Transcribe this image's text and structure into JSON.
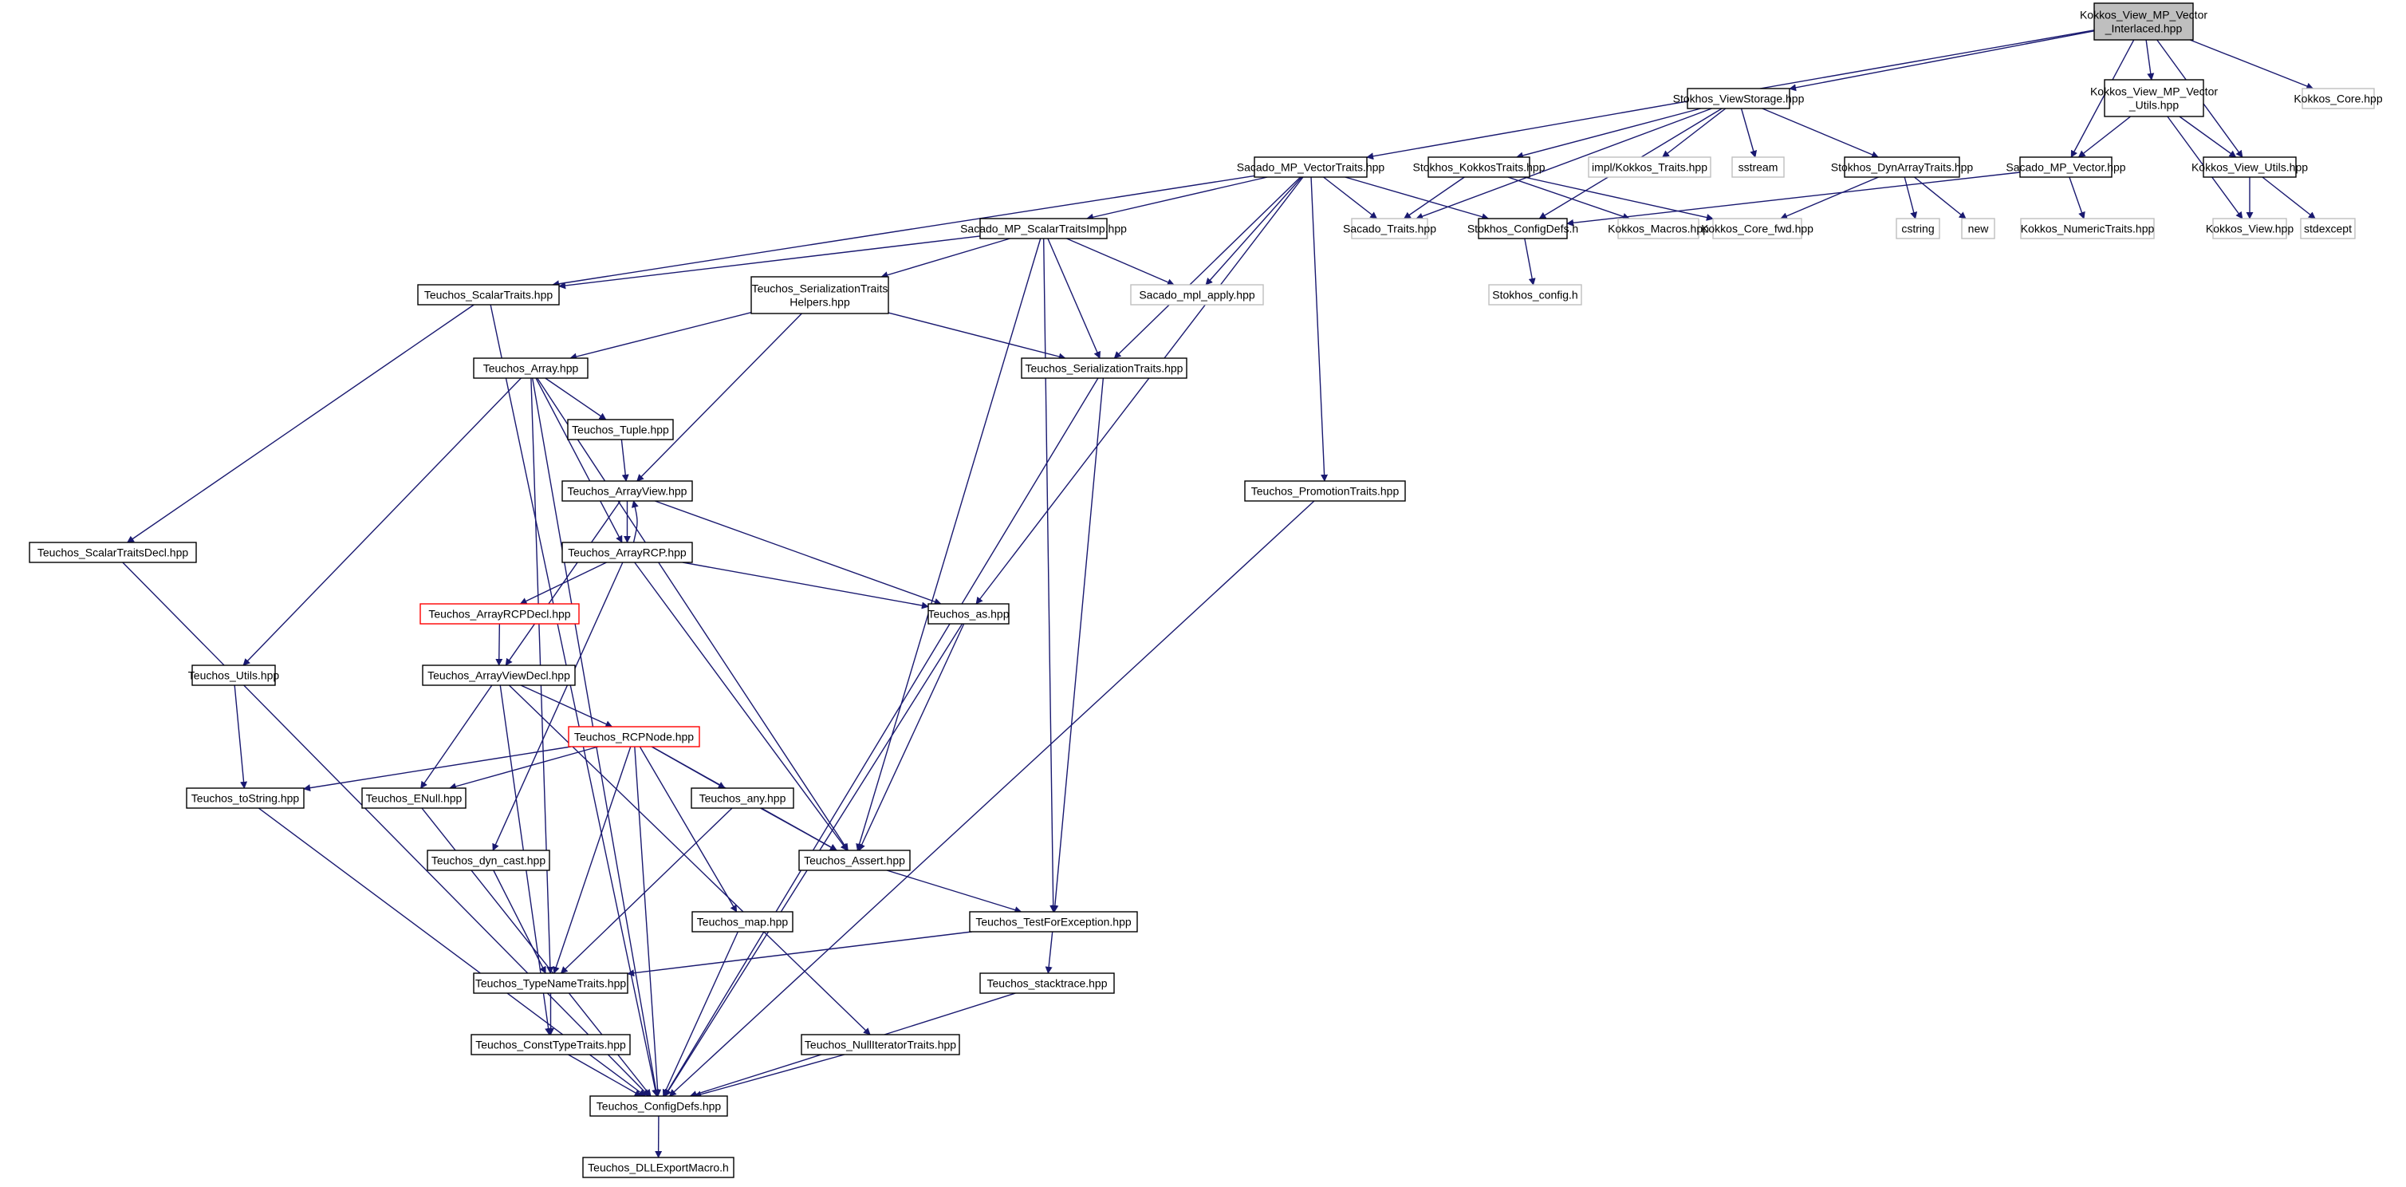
{
  "colors": {
    "edge": "#191970",
    "root_fill": "#bfbfbf",
    "documented_border": "#000000",
    "external_border": "#bfbfbf",
    "truncated_border": "#ff0000"
  },
  "nodes": [
    {
      "id": "root",
      "lines": [
        "Kokkos_View_MP_Vector",
        "_Interlaced.hpp"
      ],
      "style": "root"
    },
    {
      "id": "viewstorage",
      "lines": [
        "Stokhos_ViewStorage.hpp"
      ],
      "style": "normal"
    },
    {
      "id": "kv_mpv_utils",
      "lines": [
        "Kokkos_View_MP_Vector",
        "_Utils.hpp"
      ],
      "style": "normal"
    },
    {
      "id": "kokkos_core",
      "lines": [
        "Kokkos_Core.hpp"
      ],
      "style": "external"
    },
    {
      "id": "mp_vectortraits",
      "lines": [
        "Sacado_MP_VectorTraits.hpp"
      ],
      "style": "normal"
    },
    {
      "id": "kokkostraits",
      "lines": [
        "Stokhos_KokkosTraits.hpp"
      ],
      "style": "normal"
    },
    {
      "id": "impl_kokkos_traits",
      "lines": [
        "impl/Kokkos_Traits.hpp"
      ],
      "style": "external"
    },
    {
      "id": "sstream",
      "lines": [
        "sstream"
      ],
      "style": "external"
    },
    {
      "id": "dynarraytraits",
      "lines": [
        "Stokhos_DynArrayTraits.hpp"
      ],
      "style": "normal"
    },
    {
      "id": "mp_vector",
      "lines": [
        "Sacado_MP_Vector.hpp"
      ],
      "style": "normal"
    },
    {
      "id": "kv_utils",
      "lines": [
        "Kokkos_View_Utils.hpp"
      ],
      "style": "normal"
    },
    {
      "id": "scalartraitsimp",
      "lines": [
        "Sacado_MP_ScalarTraitsImp.hpp"
      ],
      "style": "normal"
    },
    {
      "id": "sacado_traits",
      "lines": [
        "Sacado_Traits.hpp"
      ],
      "style": "external"
    },
    {
      "id": "stokhos_configdefs",
      "lines": [
        "Stokhos_ConfigDefs.h"
      ],
      "style": "normal"
    },
    {
      "id": "kokkos_macros",
      "lines": [
        "Kokkos_Macros.hpp"
      ],
      "style": "external"
    },
    {
      "id": "kokkos_core_fwd",
      "lines": [
        "Kokkos_Core_fwd.hpp"
      ],
      "style": "external"
    },
    {
      "id": "cstring",
      "lines": [
        "cstring"
      ],
      "style": "external"
    },
    {
      "id": "new",
      "lines": [
        "new"
      ],
      "style": "external"
    },
    {
      "id": "kokkos_numerictraits",
      "lines": [
        "Kokkos_NumericTraits.hpp"
      ],
      "style": "external"
    },
    {
      "id": "kokkos_view",
      "lines": [
        "Kokkos_View.hpp"
      ],
      "style": "external"
    },
    {
      "id": "stdexcept",
      "lines": [
        "stdexcept"
      ],
      "style": "external"
    },
    {
      "id": "t_scalartraits",
      "lines": [
        "Teuchos_ScalarTraits.hpp"
      ],
      "style": "normal"
    },
    {
      "id": "t_sertraitshelpers",
      "lines": [
        "Teuchos_SerializationTraits",
        "Helpers.hpp"
      ],
      "style": "normal"
    },
    {
      "id": "mpl_apply",
      "lines": [
        "Sacado_mpl_apply.hpp"
      ],
      "style": "external"
    },
    {
      "id": "stokhos_config",
      "lines": [
        "Stokhos_config.h"
      ],
      "style": "external"
    },
    {
      "id": "t_array",
      "lines": [
        "Teuchos_Array.hpp"
      ],
      "style": "normal"
    },
    {
      "id": "t_sertraits",
      "lines": [
        "Teuchos_SerializationTraits.hpp"
      ],
      "style": "normal"
    },
    {
      "id": "t_tuple",
      "lines": [
        "Teuchos_Tuple.hpp"
      ],
      "style": "normal"
    },
    {
      "id": "t_arrayview",
      "lines": [
        "Teuchos_ArrayView.hpp"
      ],
      "style": "normal"
    },
    {
      "id": "t_promotiontraits",
      "lines": [
        "Teuchos_PromotionTraits.hpp"
      ],
      "style": "normal"
    },
    {
      "id": "t_scalartraitsdecl",
      "lines": [
        "Teuchos_ScalarTraitsDecl.hpp"
      ],
      "style": "normal"
    },
    {
      "id": "t_arrayrcp",
      "lines": [
        "Teuchos_ArrayRCP.hpp"
      ],
      "style": "normal"
    },
    {
      "id": "t_arrayrcpdecl",
      "lines": [
        "Teuchos_ArrayRCPDecl.hpp"
      ],
      "style": "truncated"
    },
    {
      "id": "t_as",
      "lines": [
        "Teuchos_as.hpp"
      ],
      "style": "normal"
    },
    {
      "id": "t_utils",
      "lines": [
        "Teuchos_Utils.hpp"
      ],
      "style": "normal"
    },
    {
      "id": "t_arrayviewdecl",
      "lines": [
        "Teuchos_ArrayViewDecl.hpp"
      ],
      "style": "normal"
    },
    {
      "id": "t_rcpnode",
      "lines": [
        "Teuchos_RCPNode.hpp"
      ],
      "style": "truncated"
    },
    {
      "id": "t_tostring",
      "lines": [
        "Teuchos_toString.hpp"
      ],
      "style": "normal"
    },
    {
      "id": "t_enull",
      "lines": [
        "Teuchos_ENull.hpp"
      ],
      "style": "normal"
    },
    {
      "id": "t_any",
      "lines": [
        "Teuchos_any.hpp"
      ],
      "style": "normal"
    },
    {
      "id": "t_dyncast",
      "lines": [
        "Teuchos_dyn_cast.hpp"
      ],
      "style": "normal"
    },
    {
      "id": "t_assert",
      "lines": [
        "Teuchos_Assert.hpp"
      ],
      "style": "normal"
    },
    {
      "id": "t_map",
      "lines": [
        "Teuchos_map.hpp"
      ],
      "style": "normal"
    },
    {
      "id": "t_testforexception",
      "lines": [
        "Teuchos_TestForException.hpp"
      ],
      "style": "normal"
    },
    {
      "id": "t_typenametraits",
      "lines": [
        "Teuchos_TypeNameTraits.hpp"
      ],
      "style": "normal"
    },
    {
      "id": "t_stacktrace",
      "lines": [
        "Teuchos_stacktrace.hpp"
      ],
      "style": "normal"
    },
    {
      "id": "t_consttypetraits",
      "lines": [
        "Teuchos_ConstTypeTraits.hpp"
      ],
      "style": "normal"
    },
    {
      "id": "t_nulliteratortraits",
      "lines": [
        "Teuchos_NullIteratorTraits.hpp"
      ],
      "style": "normal"
    },
    {
      "id": "t_configdefs",
      "lines": [
        "Teuchos_ConfigDefs.hpp"
      ],
      "style": "normal"
    },
    {
      "id": "t_dllexportmacro",
      "lines": [
        "Teuchos_DLLExportMacro.h"
      ],
      "style": "normal"
    }
  ],
  "edges": [
    [
      "root",
      "viewstorage"
    ],
    [
      "root",
      "kv_mpv_utils"
    ],
    [
      "root",
      "kokkos_core"
    ],
    [
      "root",
      "mp_vectortraits"
    ],
    [
      "root",
      "mp_vector"
    ],
    [
      "root",
      "kv_utils"
    ],
    [
      "viewstorage",
      "kokkostraits"
    ],
    [
      "viewstorage",
      "impl_kokkos_traits"
    ],
    [
      "viewstorage",
      "sstream"
    ],
    [
      "viewstorage",
      "dynarraytraits"
    ],
    [
      "viewstorage",
      "sacado_traits"
    ],
    [
      "viewstorage",
      "stokhos_configdefs"
    ],
    [
      "kv_mpv_utils",
      "mp_vector"
    ],
    [
      "kv_mpv_utils",
      "kv_utils"
    ],
    [
      "kv_mpv_utils",
      "kokkos_view"
    ],
    [
      "mp_vectortraits",
      "scalartraitsimp"
    ],
    [
      "mp_vectortraits",
      "sacado_traits"
    ],
    [
      "mp_vectortraits",
      "stokhos_configdefs"
    ],
    [
      "mp_vectortraits",
      "t_scalartraits"
    ],
    [
      "mp_vectortraits",
      "mpl_apply"
    ],
    [
      "mp_vectortraits",
      "t_sertraits"
    ],
    [
      "mp_vectortraits",
      "t_promotiontraits"
    ],
    [
      "mp_vectortraits",
      "t_as"
    ],
    [
      "kokkostraits",
      "sacado_traits"
    ],
    [
      "kokkostraits",
      "kokkos_macros"
    ],
    [
      "dynarraytraits",
      "kokkos_core_fwd"
    ],
    [
      "dynarraytraits",
      "cstring"
    ],
    [
      "dynarraytraits",
      "new"
    ],
    [
      "mp_vector",
      "stokhos_configdefs"
    ],
    [
      "mp_vector",
      "kokkos_numerictraits"
    ],
    [
      "kv_utils",
      "kokkos_view"
    ],
    [
      "kv_utils",
      "stdexcept"
    ],
    [
      "kokkostraits",
      "kokkos_core_fwd"
    ],
    [
      "stokhos_configdefs",
      "stokhos_config"
    ],
    [
      "scalartraitsimp",
      "t_scalartraits"
    ],
    [
      "scalartraitsimp",
      "t_sertraitshelpers"
    ],
    [
      "scalartraitsimp",
      "mpl_apply"
    ],
    [
      "scalartraitsimp",
      "t_sertraits"
    ],
    [
      "scalartraitsimp",
      "t_assert"
    ],
    [
      "scalartraitsimp",
      "t_testforexception"
    ],
    [
      "t_scalartraits",
      "t_scalartraitsdecl"
    ],
    [
      "t_scalartraits",
      "t_configdefs"
    ],
    [
      "t_sertraitshelpers",
      "t_array"
    ],
    [
      "t_sertraitshelpers",
      "t_sertraits"
    ],
    [
      "t_sertraitshelpers",
      "t_arrayview"
    ],
    [
      "t_array",
      "t_tuple"
    ],
    [
      "t_array",
      "t_arrayrcp"
    ],
    [
      "t_array",
      "t_utils"
    ],
    [
      "t_array",
      "t_assert"
    ],
    [
      "t_array",
      "t_typenametraits"
    ],
    [
      "t_array",
      "t_configdefs"
    ],
    [
      "t_sertraits",
      "t_testforexception"
    ],
    [
      "t_sertraits",
      "t_configdefs"
    ],
    [
      "t_tuple",
      "t_arrayview"
    ],
    [
      "t_arrayview",
      "t_arrayrcp"
    ],
    [
      "t_arrayview",
      "t_arrayviewdecl"
    ],
    [
      "t_arrayview",
      "t_as"
    ],
    [
      "t_arrayrcp",
      "t_arrayview"
    ],
    [
      "t_arrayrcp",
      "t_arrayrcpdecl"
    ],
    [
      "t_arrayrcp",
      "t_as"
    ],
    [
      "t_arrayrcp",
      "t_assert"
    ],
    [
      "t_arrayrcp",
      "t_dyncast"
    ],
    [
      "t_promotiontraits",
      "t_configdefs"
    ],
    [
      "t_scalartraitsdecl",
      "t_configdefs"
    ],
    [
      "t_arrayrcpdecl",
      "t_arrayviewdecl"
    ],
    [
      "t_as",
      "t_assert"
    ],
    [
      "t_as",
      "t_configdefs"
    ],
    [
      "t_utils",
      "t_tostring"
    ],
    [
      "t_arrayviewdecl",
      "t_rcpnode"
    ],
    [
      "t_arrayviewdecl",
      "t_enull"
    ],
    [
      "t_arrayviewdecl",
      "t_consttypetraits"
    ],
    [
      "t_arrayviewdecl",
      "t_nulliteratortraits"
    ],
    [
      "t_rcpnode",
      "t_tostring"
    ],
    [
      "t_rcpnode",
      "t_enull"
    ],
    [
      "t_rcpnode",
      "t_any"
    ],
    [
      "t_rcpnode",
      "t_map"
    ],
    [
      "t_rcpnode",
      "t_assert"
    ],
    [
      "t_rcpnode",
      "t_typenametraits"
    ],
    [
      "t_rcpnode",
      "t_configdefs"
    ],
    [
      "t_tostring",
      "t_configdefs"
    ],
    [
      "t_enull",
      "t_configdefs"
    ],
    [
      "t_any",
      "t_assert"
    ],
    [
      "t_any",
      "t_typenametraits"
    ],
    [
      "t_dyncast",
      "t_typenametraits"
    ],
    [
      "t_assert",
      "t_testforexception"
    ],
    [
      "t_map",
      "t_configdefs"
    ],
    [
      "t_testforexception",
      "t_typenametraits"
    ],
    [
      "t_testforexception",
      "t_stacktrace"
    ],
    [
      "t_typenametraits",
      "t_consttypetraits"
    ],
    [
      "t_stacktrace",
      "t_configdefs"
    ],
    [
      "t_consttypetraits",
      "t_configdefs"
    ],
    [
      "t_nulliteratortraits",
      "t_configdefs"
    ],
    [
      "t_configdefs",
      "t_dllexportmacro"
    ]
  ]
}
